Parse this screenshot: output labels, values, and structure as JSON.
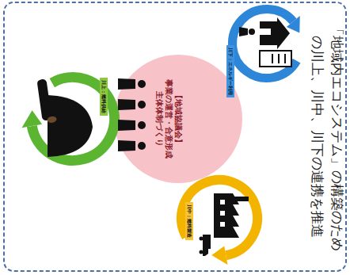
{
  "diagram": {
    "title": "「地域内エコシステム」の構築のための川上、川中、川下の連携を推進",
    "nodes": [
      {
        "text": [
          "川上：燃料供給"
        ]
      },
      {
        "text": [
          "川中：燃料製造"
        ]
      },
      {
        "text": [
          "川下：エネルギー利用"
        ]
      },
      {
        "text": [
          "【地域協議会】",
          "事業の運営・合意形成 主体体制づくり"
        ]
      }
    ]
  }
}
